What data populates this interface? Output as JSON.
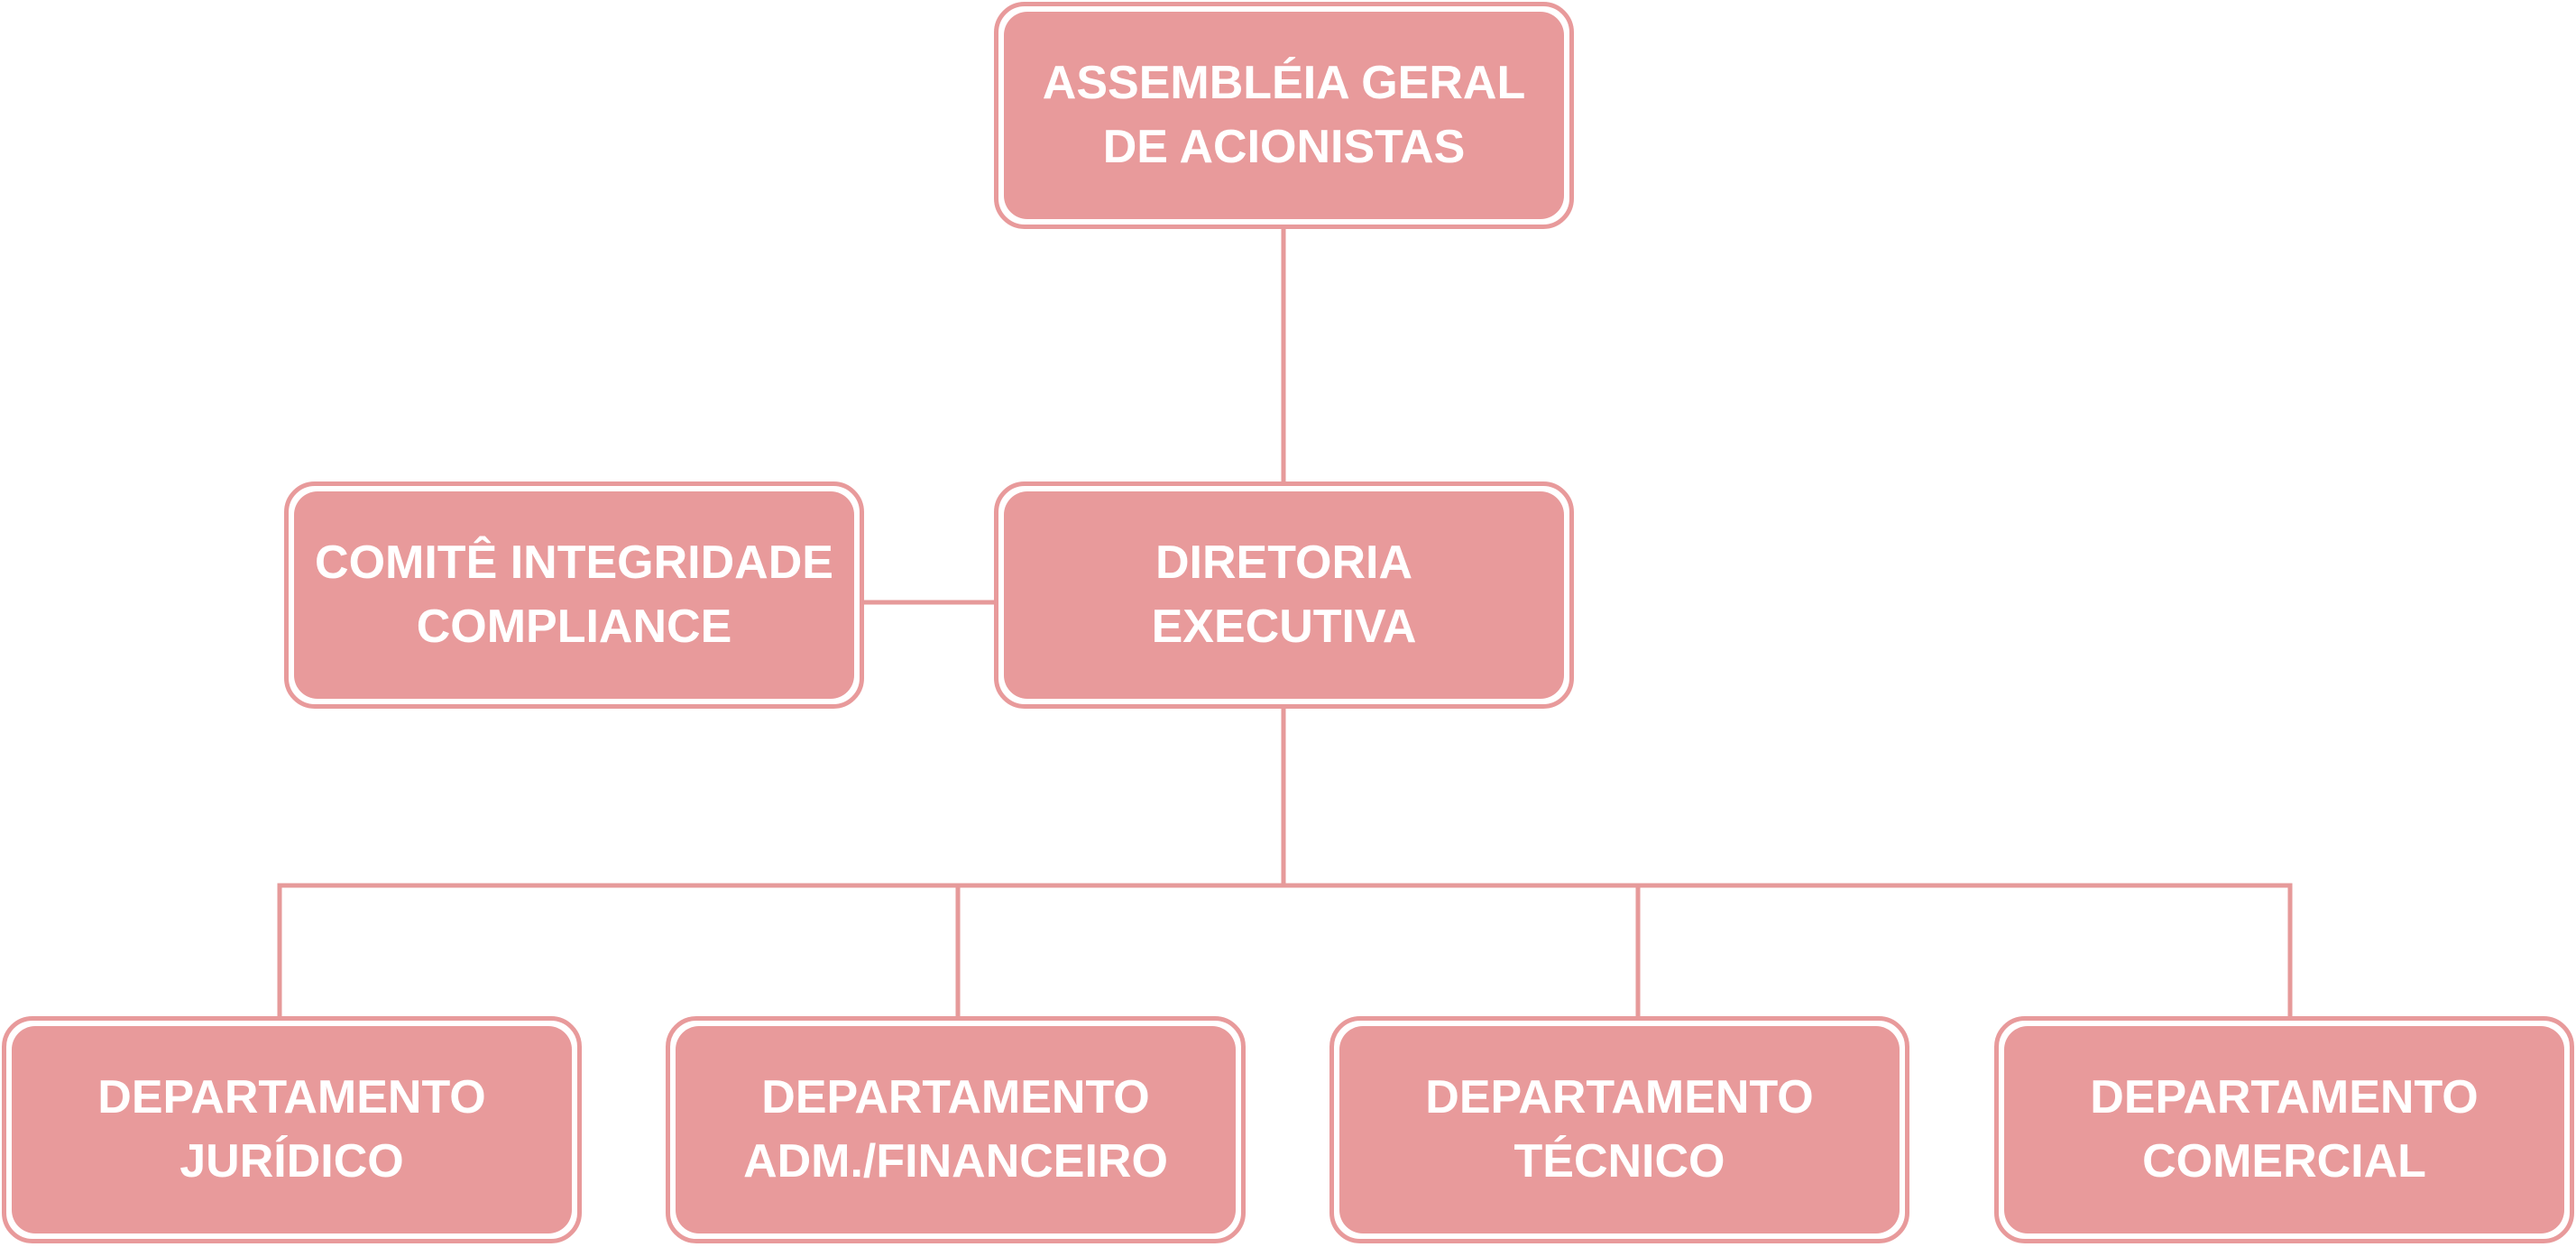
{
  "nodes": {
    "assembly": {
      "line1": "ASSEMBLÉIA GERAL",
      "line2": "DE ACIONISTAS"
    },
    "board": {
      "line1": "DIRETORIA",
      "line2": "EXECUTIVA"
    },
    "committee": {
      "line1": "COMITÊ INTEGRIDADE",
      "line2": "COMPLIANCE"
    },
    "departments": [
      {
        "line1": "DEPARTAMENTO",
        "line2": "JURÍDICO"
      },
      {
        "line1": "DEPARTAMENTO",
        "line2": "ADM./FINANCEIRO"
      },
      {
        "line1": "DEPARTAMENTO",
        "line2": "TÉCNICO"
      },
      {
        "line1": "DEPARTAMENTO",
        "line2": "COMERCIAL"
      }
    ]
  },
  "colors": {
    "box_fill": "#E89A9B",
    "line": "#E69A9A",
    "text": "#FFFFFF",
    "background": "#FFFFFF"
  }
}
